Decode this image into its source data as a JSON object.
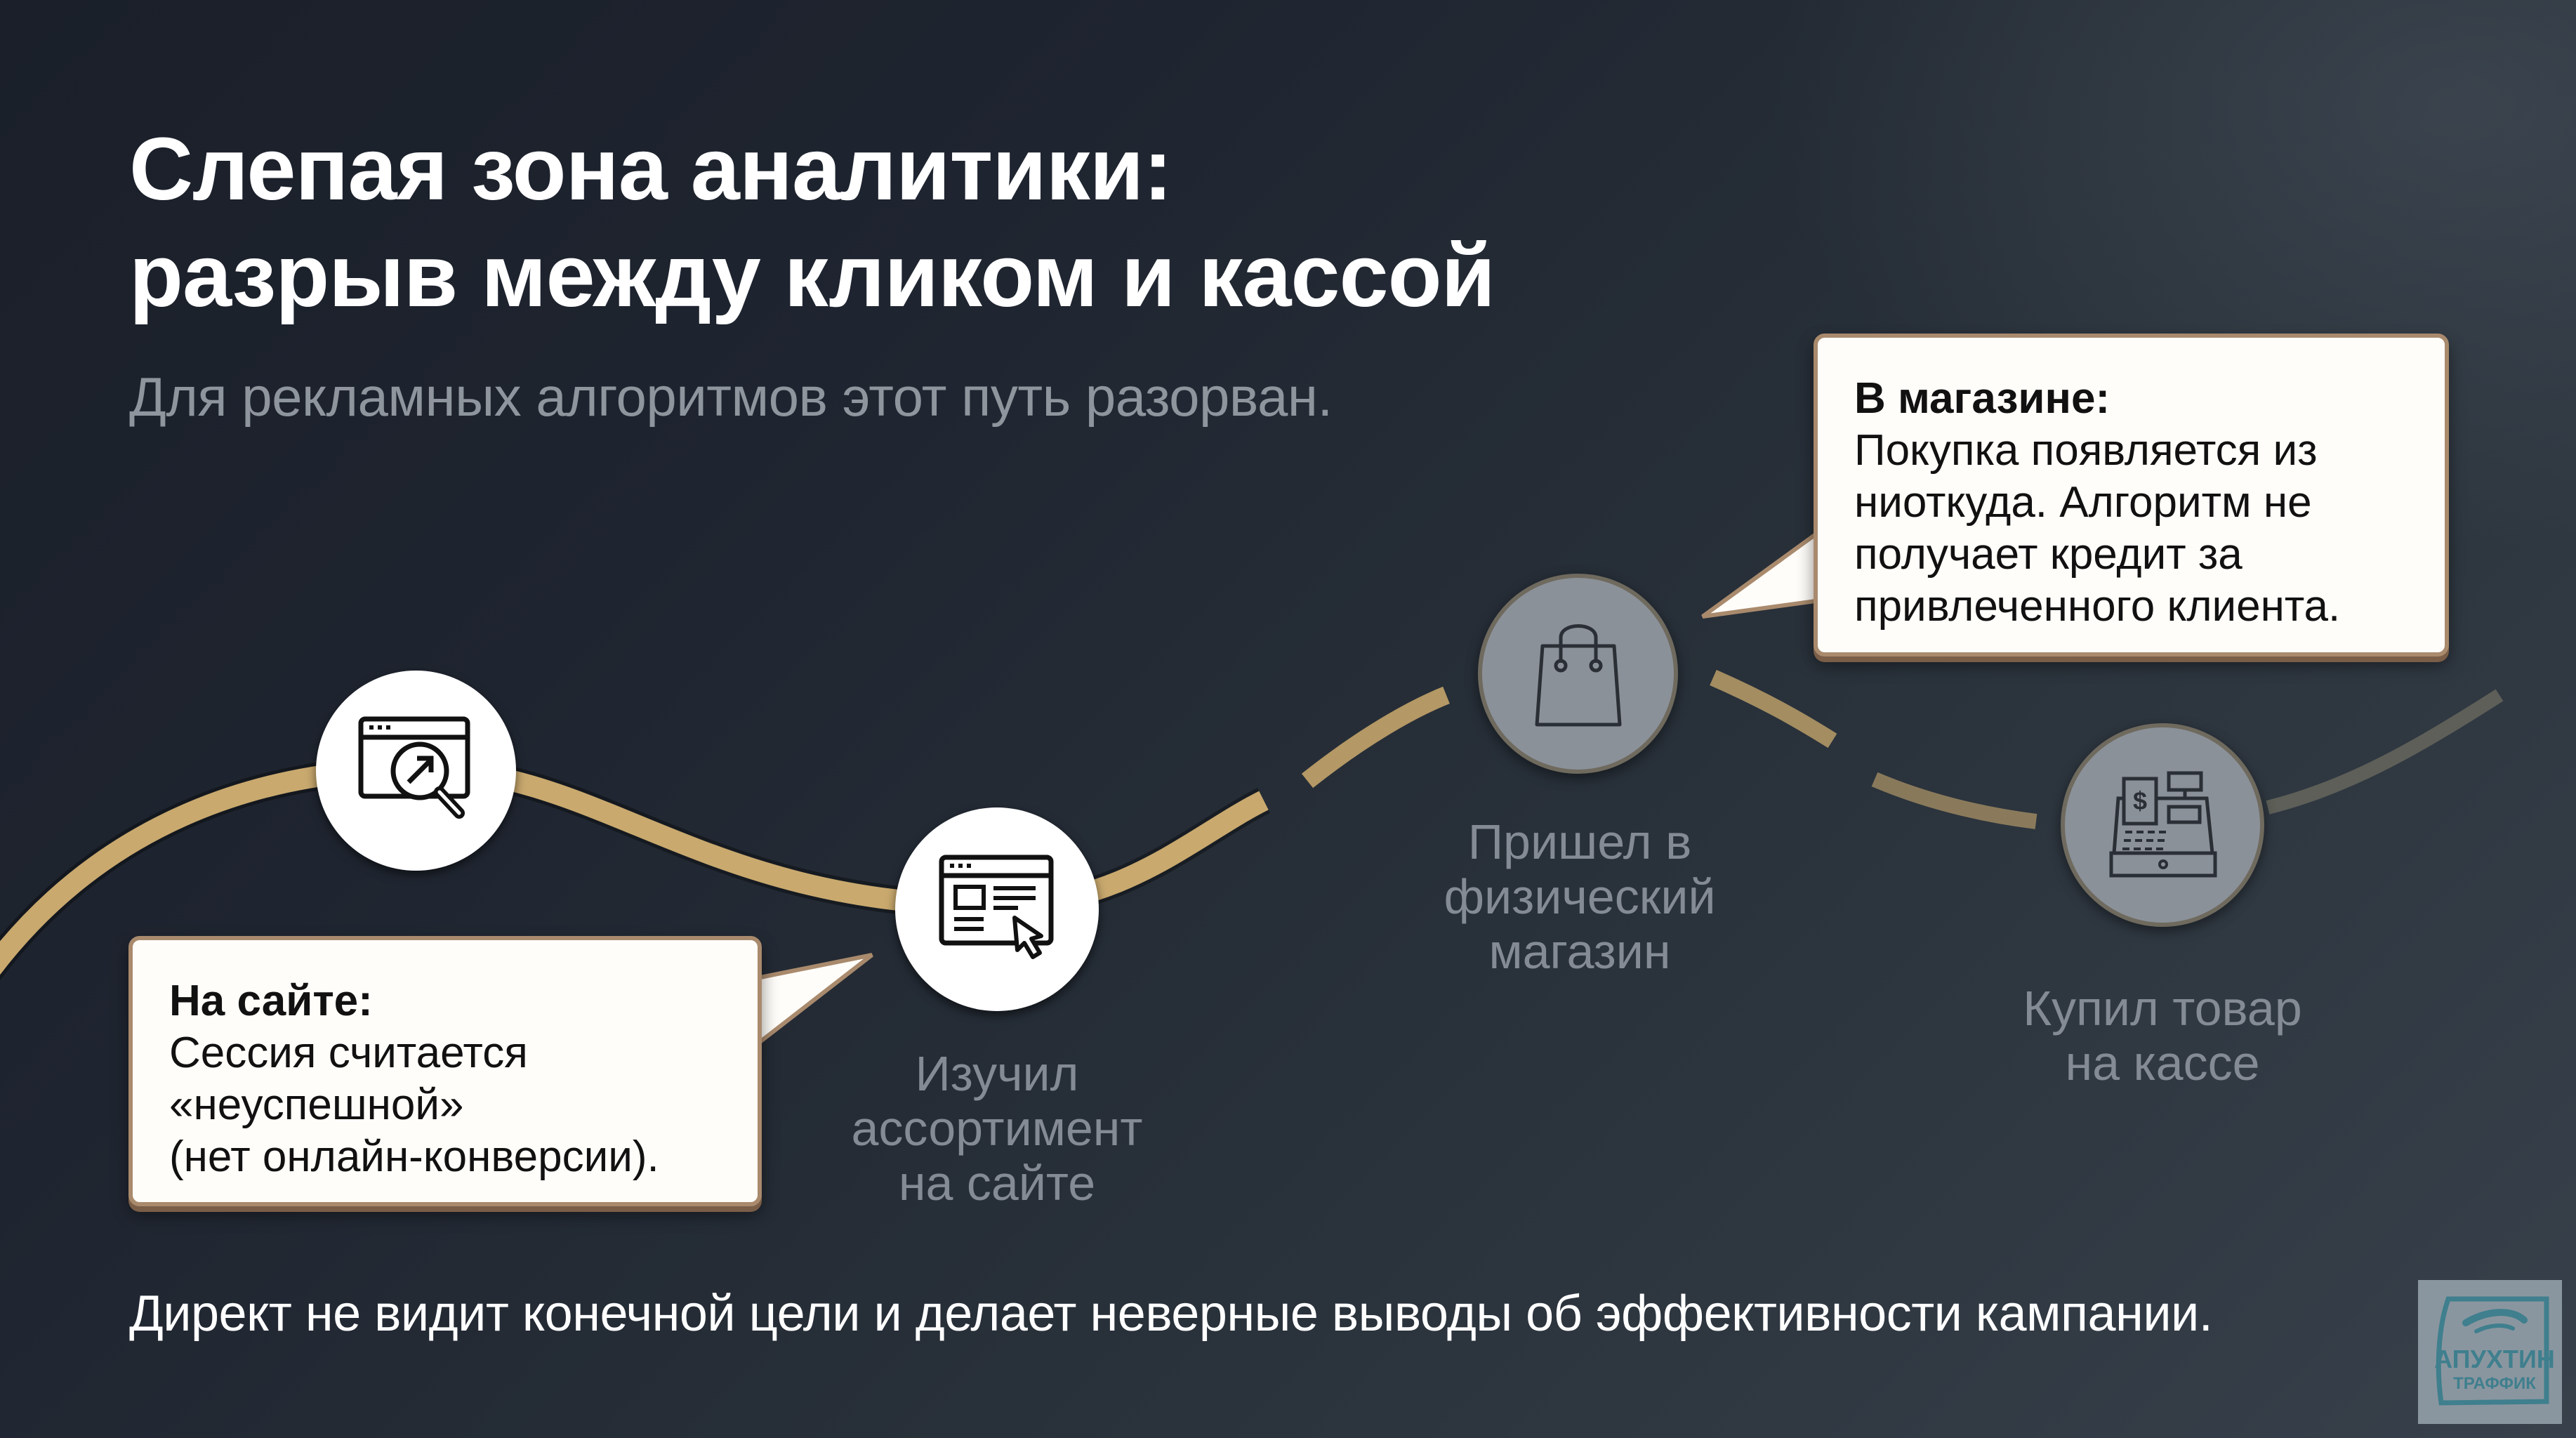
{
  "slide": {
    "title_lines": [
      "Слепая зона аналитики:",
      "разрыв между кликом и кассой"
    ],
    "subtitle": "Для рекламных алгоритмов этот путь разорван.",
    "footer": "Директ не видит конечной цели и делает неверные выводы об эффективности кампании."
  },
  "colors": {
    "background": "#1f2530",
    "path_gold": "#c9a96e",
    "callout_border": "#a98a6d",
    "label_gray": "#848b94",
    "logo_teal": "#3f7f8e"
  },
  "steps": [
    {
      "id": "ad-click",
      "icon": "browser-search-arrow-icon",
      "state": "active",
      "label": ""
    },
    {
      "id": "browse-site",
      "icon": "browser-layout-cursor-icon",
      "state": "active",
      "label_lines": [
        "Изучил",
        "ассортимент",
        "на сайте"
      ]
    },
    {
      "id": "visit-store",
      "icon": "shopping-bag-icon",
      "state": "dim",
      "label_lines": [
        "Пришел в",
        "физический",
        "магазин"
      ]
    },
    {
      "id": "checkout",
      "icon": "cash-register-icon",
      "state": "dim",
      "label_lines": [
        "Купил товар",
        "на кассе"
      ]
    }
  ],
  "callouts": {
    "online": {
      "heading": "На сайте:",
      "lines": [
        "Сессия считается",
        "«неуспешной»",
        "(нет онлайн-конверсии)."
      ]
    },
    "offline": {
      "heading": "В магазине:",
      "lines": [
        "Покупка появляется из",
        "ниоткуда. Алгоритм не",
        "получает кредит за",
        "привлеченного клиента."
      ]
    }
  },
  "logo": {
    "line1": "АПУХТИН",
    "line2": "ТРАФФИК"
  }
}
